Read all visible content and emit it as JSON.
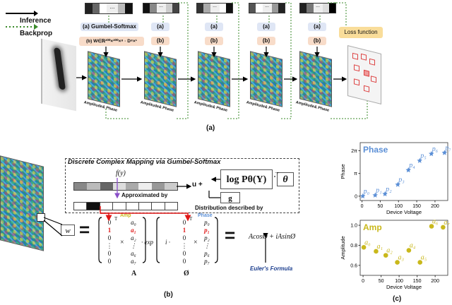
{
  "panel_a": {
    "legend": {
      "inference": "Inference",
      "backprop": "Backprop"
    },
    "gumbel_label": "(a) Gumbel-Softmax",
    "weight_label": "(b) W∈ℝ²⁰⁰×²⁰⁰×⁸ · D⁸×¹",
    "a_label": "(a)",
    "b_label": "(b)",
    "dots": "...",
    "layer_caption": "Amplitude& Phase",
    "loss_label": "Loss function",
    "caption": "(a)"
  },
  "panel_b": {
    "title": "Discrete Complex Mapping via Gumbel-Softmax",
    "fy": "f(y)",
    "u_plus": "u +",
    "logp": "log Pθ(Y)",
    "theta": "θ",
    "g": "g",
    "approx": "Approximated by",
    "dist": "Distribution described by",
    "w": "w",
    "eq": "=",
    "amp_tag": "Amp",
    "phase_tag": "Phase",
    "vec_left": [
      "0",
      "1",
      "0",
      "⋮",
      "0",
      "0"
    ],
    "vec_amp": [
      "a₀",
      "a₁",
      "a₂",
      "⋮",
      "a₆",
      "a₇"
    ],
    "vec_left2": [
      "0",
      "1",
      "0",
      "⋮",
      "0",
      "0"
    ],
    "vec_phase": [
      "p₀",
      "p₁",
      "p₂",
      "⋮",
      "p₆",
      "p₇"
    ],
    "times": "×",
    "exp": "· exp",
    "i": "i ·",
    "T": "T",
    "A": "A",
    "phi": "Ø",
    "result": "AcosØ + iAsinØ",
    "euler": "Euler's Formula",
    "caption": "(b)"
  },
  "panel_c": {
    "caption": "(c)",
    "chart_data": [
      {
        "type": "scatter",
        "title": "Phase",
        "xlabel": "Device Voltage",
        "ylabel": "Phase",
        "xlim": [
          -5,
          235
        ],
        "ylim": [
          -0.6,
          7.4
        ],
        "xticks": [
          0,
          50,
          100,
          150,
          200
        ],
        "yticks": [
          {
            "v": 0,
            "label": "0"
          },
          {
            "v": 3.14159,
            "label": "π"
          },
          {
            "v": 6.28318,
            "label": "2π"
          }
        ],
        "color": "#5b8fd6",
        "marker": "star",
        "points": [
          {
            "x": 2,
            "y": 0.0,
            "label": "p₀"
          },
          {
            "x": 36,
            "y": 0.12,
            "label": "p₁"
          },
          {
            "x": 63,
            "y": 0.3,
            "label": "p₂"
          },
          {
            "x": 98,
            "y": 1.6,
            "label": "p₃"
          },
          {
            "x": 127,
            "y": 3.6,
            "label": "p₄"
          },
          {
            "x": 158,
            "y": 4.9,
            "label": "p₅"
          },
          {
            "x": 190,
            "y": 5.85,
            "label": "p₆"
          },
          {
            "x": 226,
            "y": 6.0,
            "label": "p₇"
          }
        ]
      },
      {
        "type": "scatter",
        "title": "Amp",
        "xlabel": "Device Voltage",
        "ylabel": "Amplitude",
        "xlim": [
          -8,
          235
        ],
        "ylim": [
          0.5,
          1.05
        ],
        "xticks": [
          0,
          50,
          100,
          150,
          200
        ],
        "yticks": [
          {
            "v": 0.6,
            "label": "0.6"
          },
          {
            "v": 0.8,
            "label": "0.8"
          },
          {
            "v": 1.0,
            "label": "1.0"
          }
        ],
        "color": "#c9b81b",
        "marker": "circle",
        "points": [
          {
            "x": 2,
            "y": 0.78,
            "label": "a₀"
          },
          {
            "x": 36,
            "y": 0.74,
            "label": "a₁"
          },
          {
            "x": 63,
            "y": 0.7,
            "label": "a₂"
          },
          {
            "x": 95,
            "y": 0.63,
            "label": "a₃"
          },
          {
            "x": 127,
            "y": 0.75,
            "label": "a₄"
          },
          {
            "x": 158,
            "y": 0.63,
            "label": "a₅"
          },
          {
            "x": 190,
            "y": 0.99,
            "label": "a₆"
          },
          {
            "x": 222,
            "y": 0.98,
            "label": "a₇"
          }
        ]
      }
    ]
  }
}
